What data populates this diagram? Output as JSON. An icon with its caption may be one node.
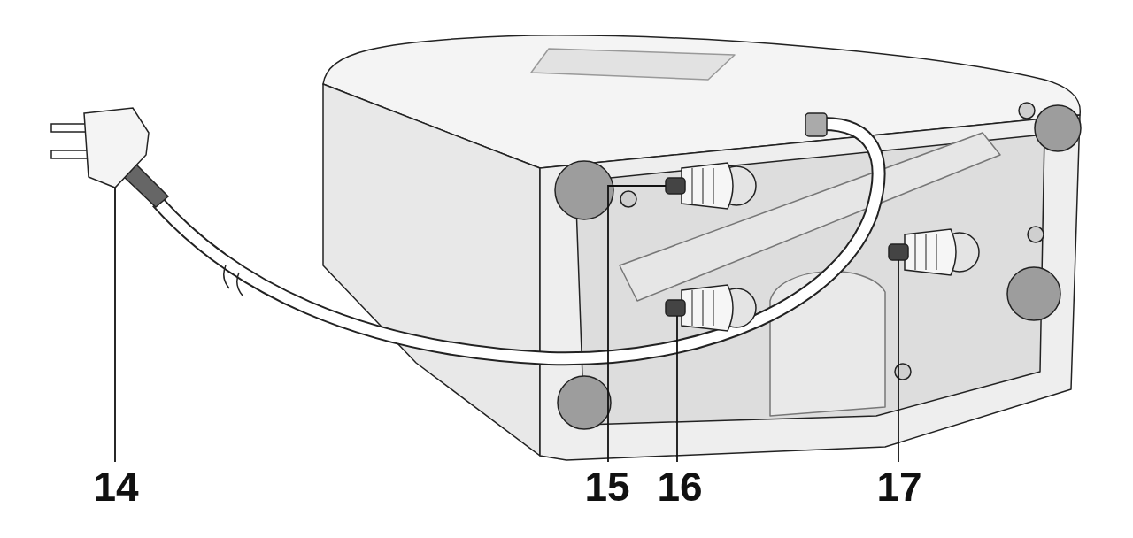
{
  "diagram": {
    "nodes": [
      {
        "text": [
          "14"
        ]
      },
      {
        "text": [
          "15"
        ]
      },
      {
        "text": [
          "16"
        ]
      },
      {
        "text": [
          "17"
        ]
      },
      {
        "text": [],
        "shape": "picture"
      },
      {
        "text": [],
        "shape": "picture"
      },
      {
        "text": [],
        "shape": "picture"
      },
      {
        "text": [],
        "shape": "picture"
      }
    ],
    "edges": [
      {
        "from": 0,
        "to": 4,
        "arrow": "none"
      },
      {
        "from": 1,
        "to": 5,
        "arrow": "none"
      },
      {
        "from": 2,
        "to": 6,
        "arrow": "none"
      },
      {
        "from": 3,
        "to": 7,
        "arrow": "none"
      }
    ]
  }
}
